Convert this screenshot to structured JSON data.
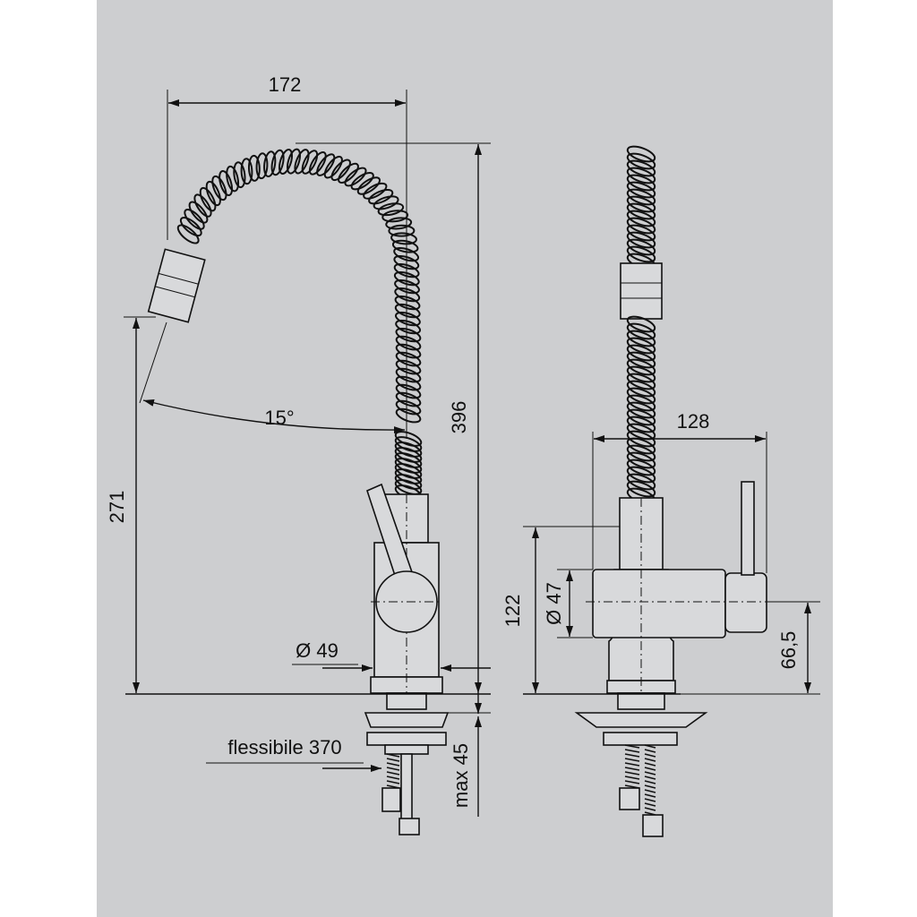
{
  "colors": {
    "sheet": "#cdced0",
    "ink": "#111111",
    "part_fill": "#d8d9db",
    "page": "#ffffff"
  },
  "side_view": {
    "width_label": "172",
    "height_total_label": "396",
    "spout_height_label": "271",
    "angle_label": "15°",
    "diameter_label": "Ø 49",
    "hose_label": "flessibile 370",
    "max_thickness_label": "max 45"
  },
  "front_view": {
    "width_label": "128",
    "body_height_label": "122",
    "diameter_label": "Ø 47",
    "axis_height_label": "66,5"
  }
}
